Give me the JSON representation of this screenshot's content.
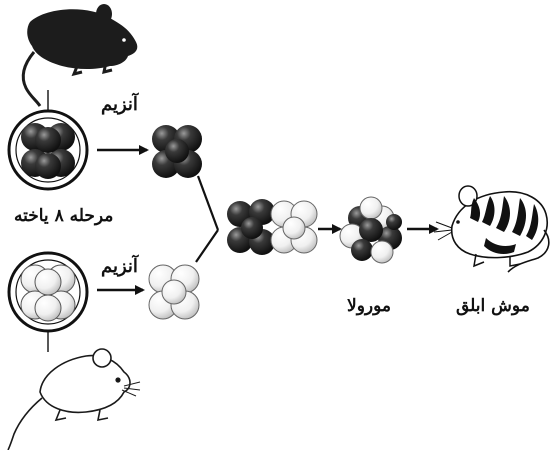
{
  "labels": {
    "enzyme_top": "آنزیم",
    "enzyme_bottom": "آنزیم",
    "stage": "مرحله ۸ یاخته",
    "morula": "مورولا",
    "chimera_mouse": "موش ابلق"
  },
  "colors": {
    "dark_cell": "#2a2a2a",
    "light_cell": "#f2f2f2",
    "outline": "#111111"
  },
  "icons": {
    "top_mouse": "black-mouse-icon",
    "bottom_mouse": "white-mouse-icon",
    "result_mouse": "spotted-mouse-icon"
  }
}
